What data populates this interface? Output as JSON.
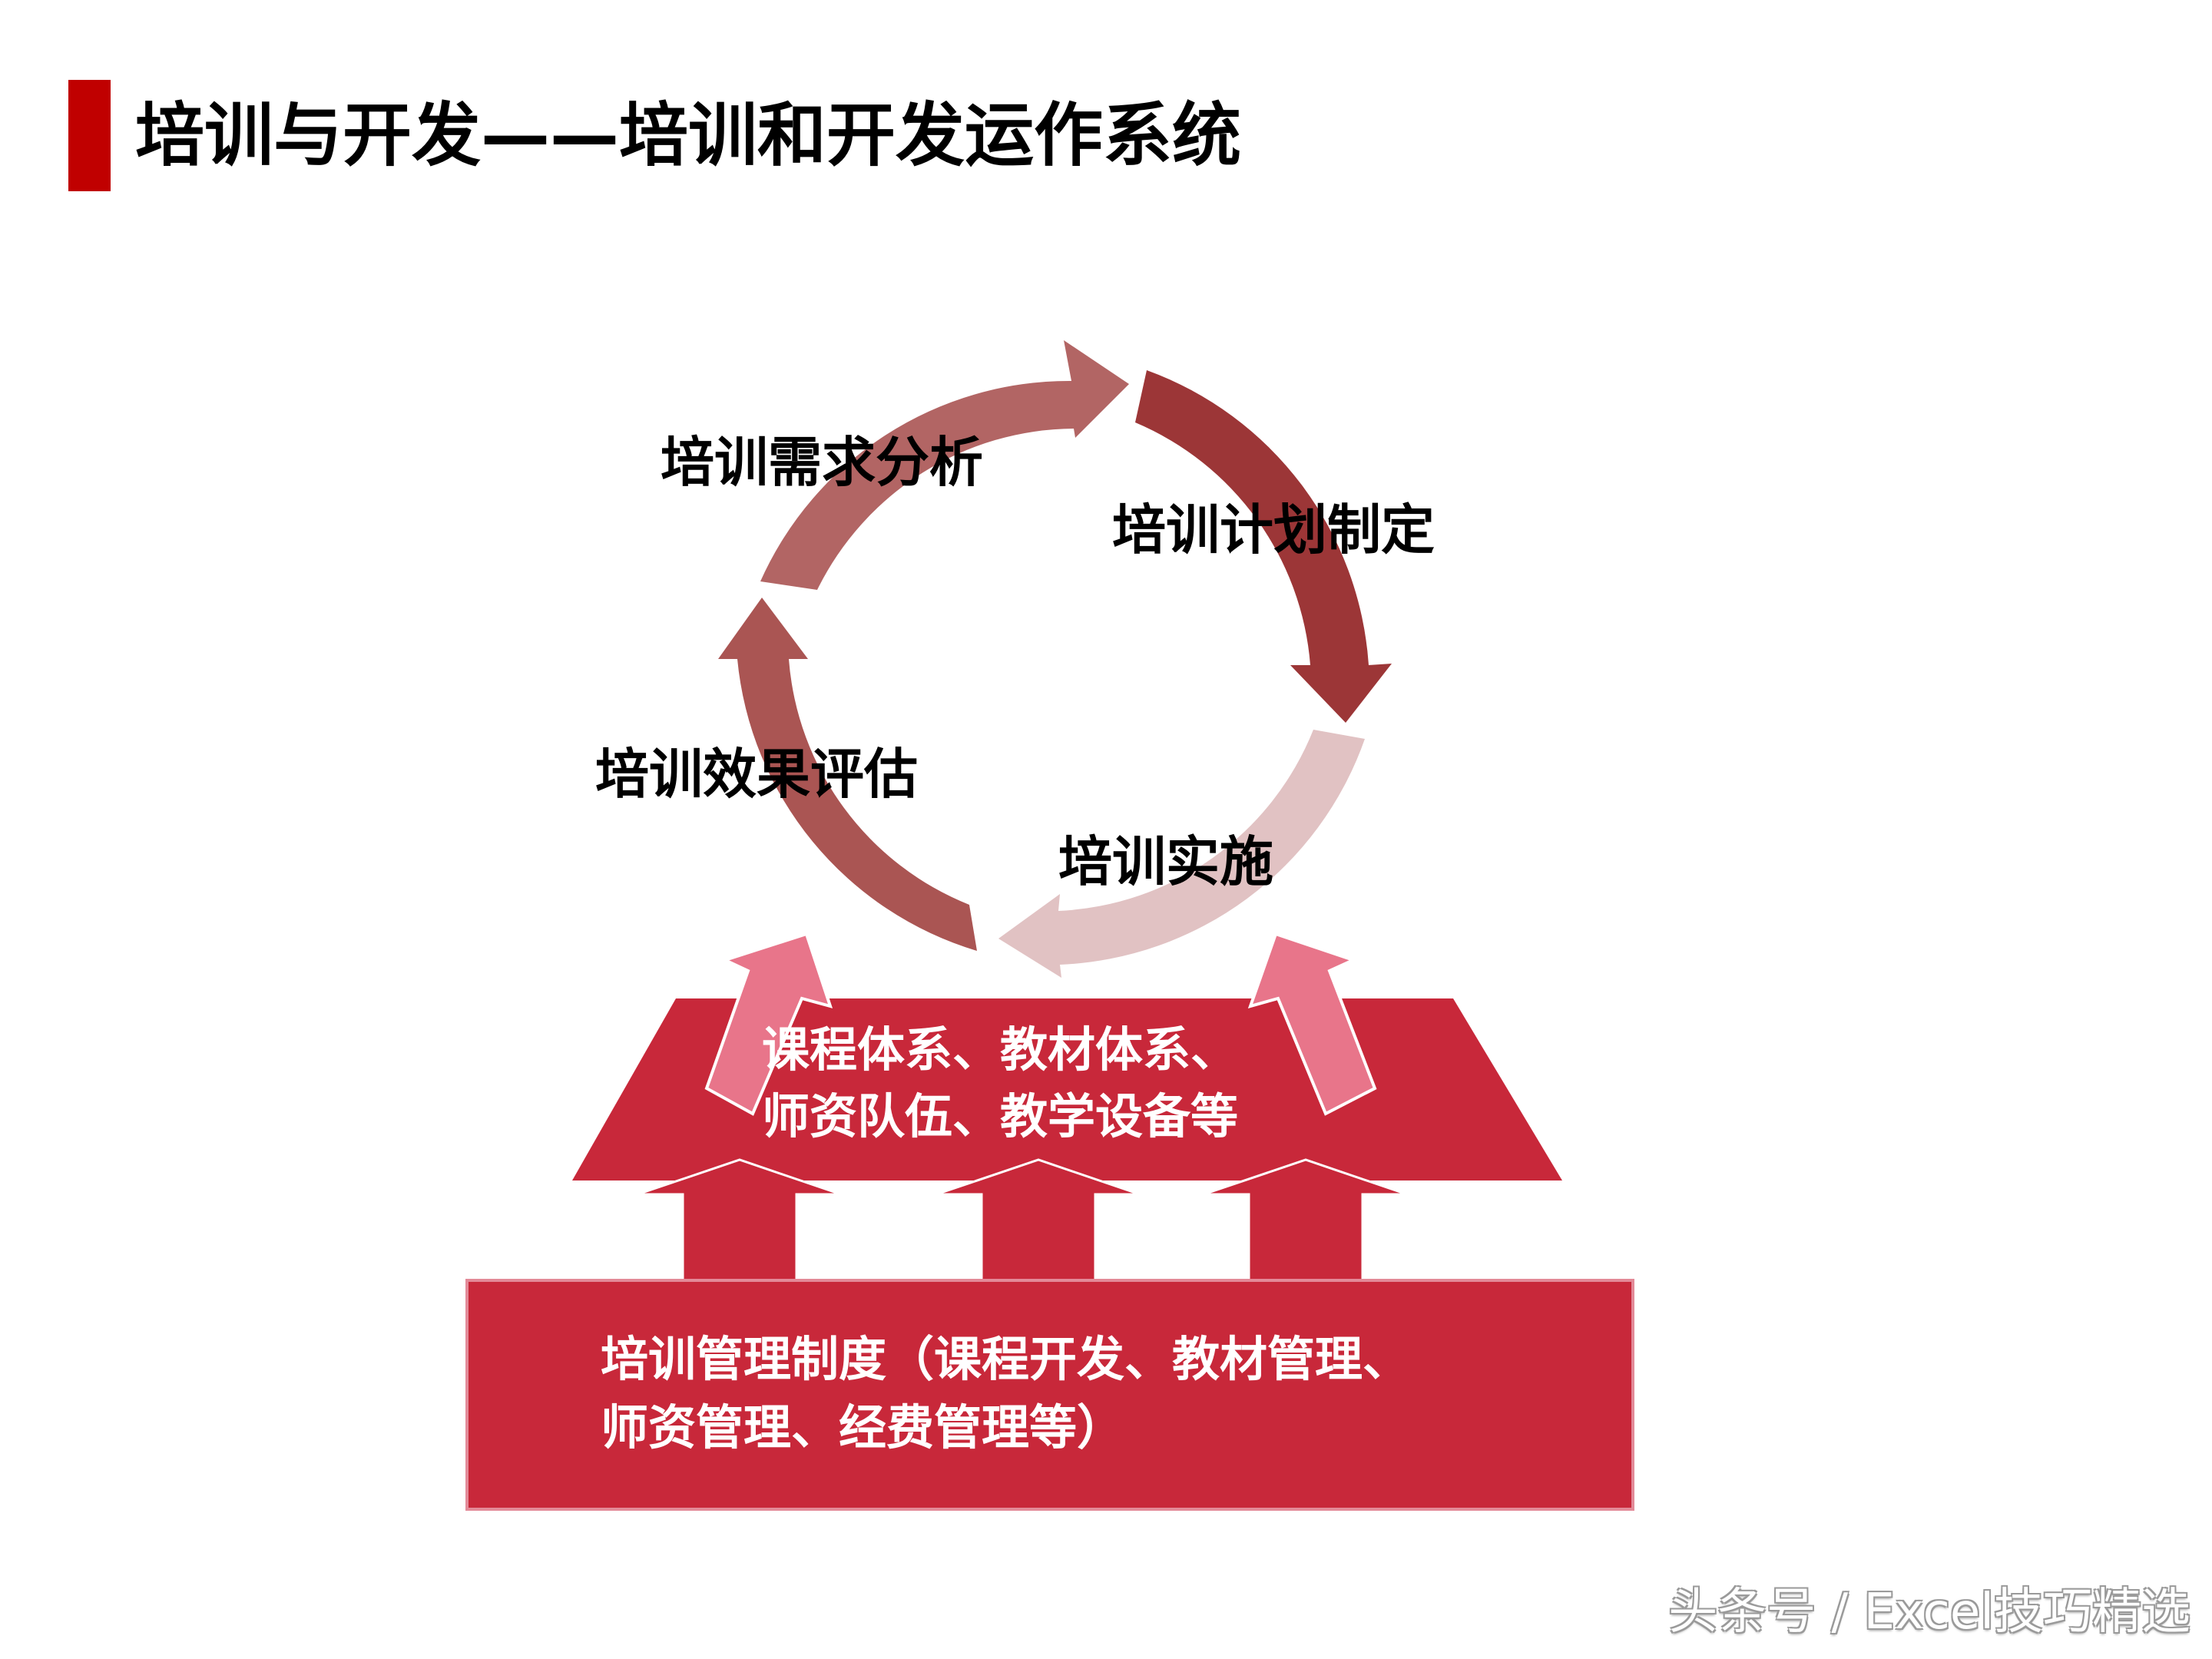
{
  "title": "培训与开发——培训和开发运作系统",
  "cycle": {
    "steps": [
      {
        "label": "培训需求分析",
        "color": "#b26564"
      },
      {
        "label": "培训计划制定",
        "color": "#9c3637"
      },
      {
        "label": "培训实施",
        "color": "#e1c2c3"
      },
      {
        "label": "培训效果评估",
        "color": "#aa5553"
      }
    ]
  },
  "middle_box": {
    "line1": "课程体系、教材体系、",
    "line2": "师资队伍、教学设备等",
    "color": "#c8283a"
  },
  "base_box": {
    "line1": "培训管理制度（课程开发、教材管理、",
    "line2": "师资管理、经费管理等）",
    "color": "#c8283a"
  },
  "up_arrow_color": "#c8283a",
  "side_arrow_color": "#e8758a",
  "accent_color": "#c00000",
  "watermark": "头条号 / Excel技巧精选"
}
